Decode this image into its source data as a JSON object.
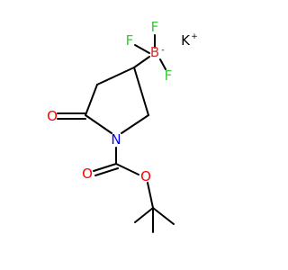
{
  "molecule": {
    "atoms": {
      "fluorine_top": "F",
      "fluorine_left": "F",
      "fluorine_right": "F",
      "boron": "B",
      "boron_charge": "-",
      "potassium": "K",
      "potassium_charge": "+",
      "oxygen_ketone": "O",
      "nitrogen": "N",
      "oxygen_carbonyl": "O",
      "oxygen_ester": "O"
    },
    "colors": {
      "bond": "#000000",
      "fluorine": "#33cc33",
      "boron": "#cc3333",
      "potassium": "#000000",
      "oxygen": "#ff0000",
      "nitrogen": "#0000ff"
    }
  }
}
